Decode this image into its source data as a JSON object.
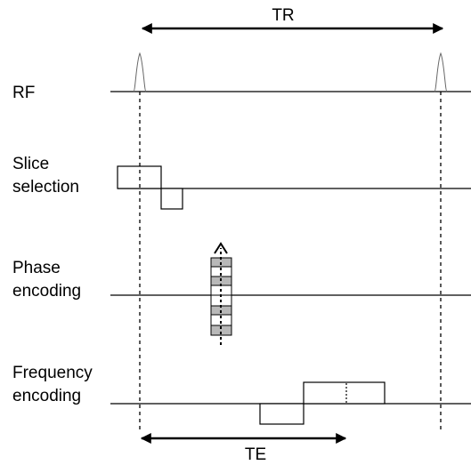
{
  "labels": {
    "tr": "TR",
    "te": "TE",
    "rf": "RF",
    "slice_line1": "Slice",
    "slice_line2": "selection",
    "phase_line1": "Phase",
    "phase_line2": "encoding",
    "freq_line1": "Frequency",
    "freq_line2": "encoding"
  }
}
